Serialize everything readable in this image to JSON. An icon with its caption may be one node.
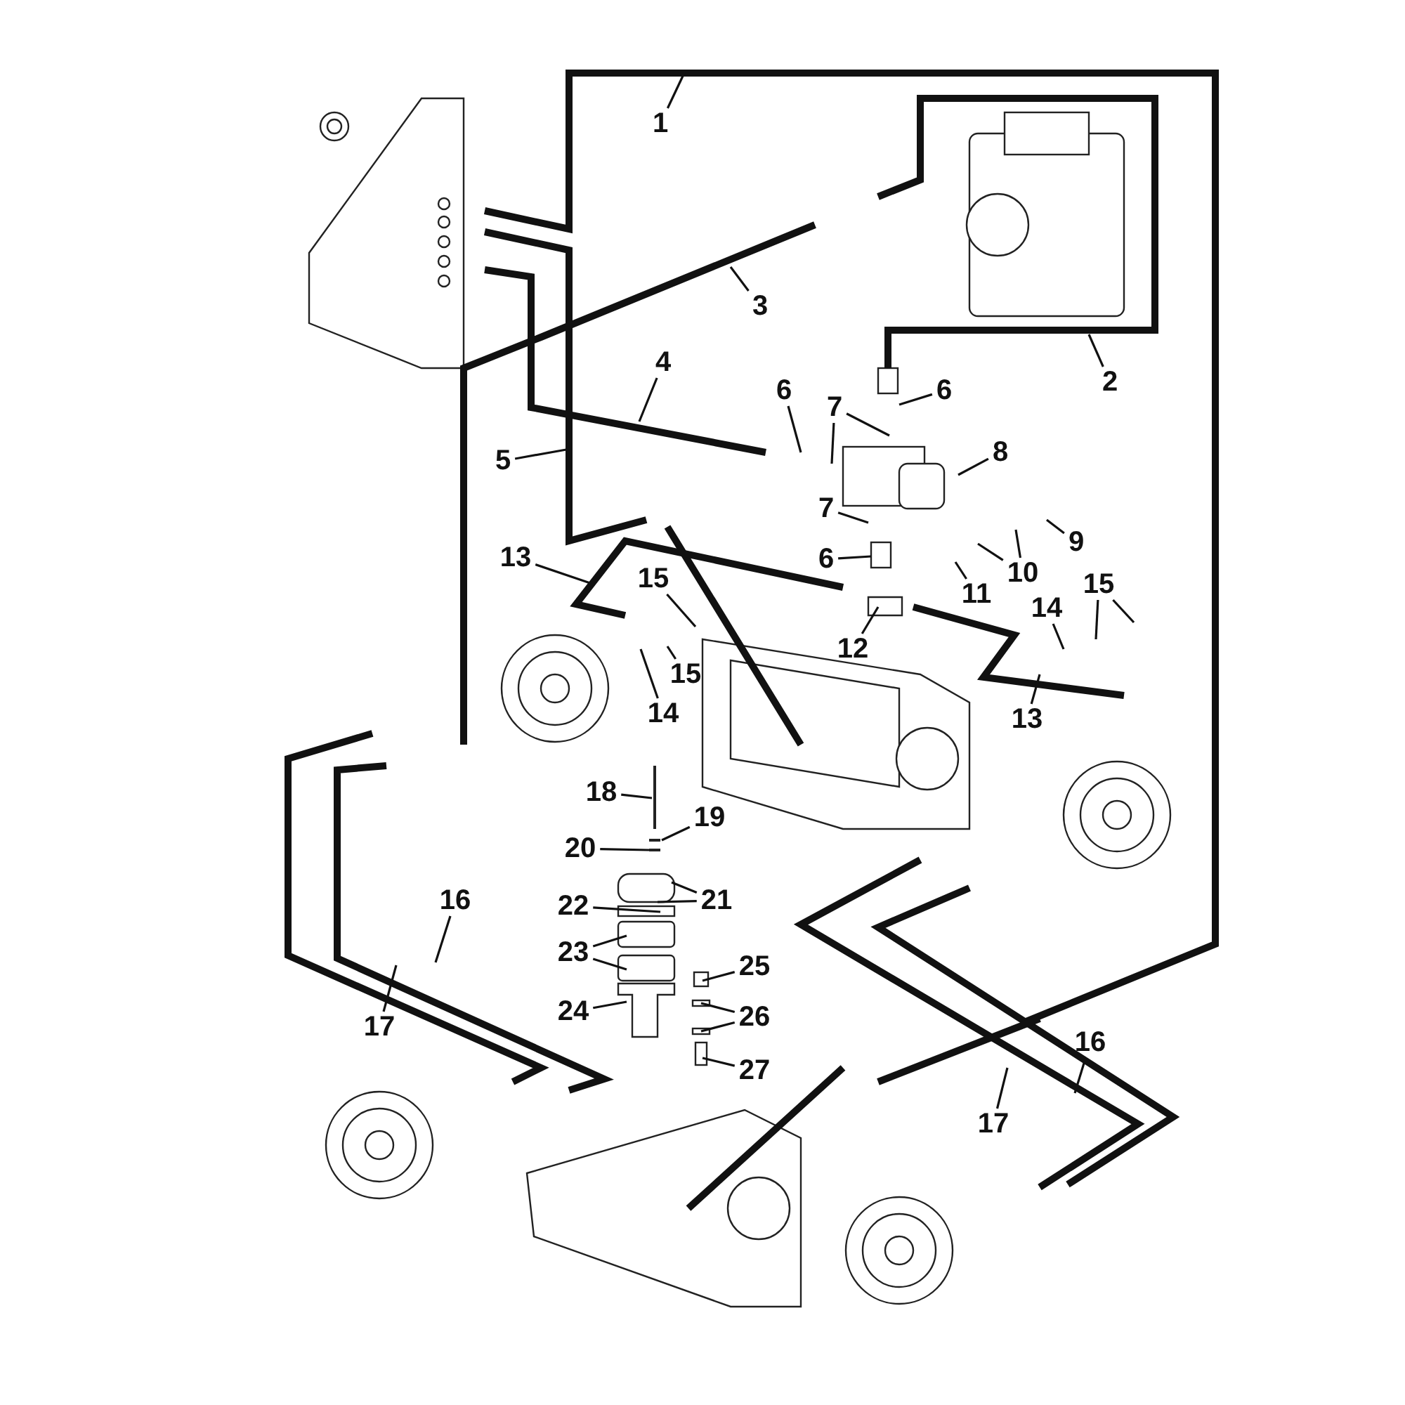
{
  "diagram": {
    "nodes": [
      {
        "text": [
          "1"
        ]
      },
      {
        "text": [
          "2"
        ]
      },
      {
        "text": [
          "3"
        ]
      },
      {
        "text": [
          "4"
        ]
      },
      {
        "text": [
          "5"
        ]
      },
      {
        "text": [
          "6"
        ]
      },
      {
        "text": [
          "6"
        ]
      },
      {
        "text": [
          "7"
        ]
      },
      {
        "text": [
          "8"
        ]
      },
      {
        "text": [
          "9"
        ]
      },
      {
        "text": [
          "10"
        ]
      },
      {
        "text": [
          "11"
        ]
      },
      {
        "text": [
          "12"
        ]
      },
      {
        "text": [
          "13"
        ]
      },
      {
        "text": [
          "15"
        ]
      },
      {
        "text": [
          "15"
        ]
      },
      {
        "text": [
          "14"
        ]
      },
      {
        "text": [
          "7"
        ]
      },
      {
        "text": [
          "6"
        ]
      },
      {
        "text": [
          "13"
        ]
      },
      {
        "text": [
          "14"
        ]
      },
      {
        "text": [
          "15"
        ]
      },
      {
        "text": [
          "18"
        ]
      },
      {
        "text": [
          "19"
        ]
      },
      {
        "text": [
          "20"
        ]
      },
      {
        "text": [
          "21"
        ]
      },
      {
        "text": [
          "22"
        ]
      },
      {
        "text": [
          "23"
        ]
      },
      {
        "text": [
          "24"
        ]
      },
      {
        "text": [
          "25"
        ]
      },
      {
        "text": [
          "26"
        ]
      },
      {
        "text": [
          "27"
        ]
      },
      {
        "text": [
          "16"
        ]
      },
      {
        "text": [
          "17"
        ]
      },
      {
        "text": [
          "16"
        ]
      },
      {
        "text": [
          "17"
        ]
      }
    ],
    "edges": [
      {
        "from": 0,
        "to": null,
        "arrow": "none"
      },
      {
        "from": 1,
        "to": null,
        "arrow": "none"
      },
      {
        "from": 2,
        "to": null,
        "arrow": "none"
      },
      {
        "from": 3,
        "to": null,
        "arrow": "none"
      },
      {
        "from": 4,
        "to": null,
        "arrow": "none"
      },
      {
        "from": 5,
        "to": null,
        "arrow": "none"
      },
      {
        "from": 6,
        "to": null,
        "arrow": "none"
      },
      {
        "from": 7,
        "to": null,
        "arrow": "none"
      },
      {
        "from": 7,
        "to": null,
        "arrow": "none"
      },
      {
        "from": 8,
        "to": null,
        "arrow": "none"
      },
      {
        "from": 9,
        "to": null,
        "arrow": "none"
      },
      {
        "from": 10,
        "to": null,
        "arrow": "none"
      },
      {
        "from": 10,
        "to": null,
        "arrow": "none"
      },
      {
        "from": 11,
        "to": null,
        "arrow": "none"
      },
      {
        "from": 12,
        "to": null,
        "arrow": "none"
      },
      {
        "from": 13,
        "to": null,
        "arrow": "none"
      },
      {
        "from": 14,
        "to": null,
        "arrow": "none"
      },
      {
        "from": 15,
        "to": null,
        "arrow": "none"
      },
      {
        "from": 16,
        "to": null,
        "arrow": "none"
      },
      {
        "from": 17,
        "to": null,
        "arrow": "none"
      },
      {
        "from": 18,
        "to": null,
        "arrow": "none"
      },
      {
        "from": 19,
        "to": null,
        "arrow": "none"
      },
      {
        "from": 20,
        "to": null,
        "arrow": "none"
      },
      {
        "from": 21,
        "to": null,
        "arrow": "none"
      },
      {
        "from": 21,
        "to": null,
        "arrow": "none"
      },
      {
        "from": 22,
        "to": null,
        "arrow": "none"
      },
      {
        "from": 23,
        "to": null,
        "arrow": "none"
      },
      {
        "from": 24,
        "to": null,
        "arrow": "none"
      },
      {
        "from": 25,
        "to": null,
        "arrow": "none"
      },
      {
        "from": 25,
        "to": null,
        "arrow": "none"
      },
      {
        "from": 26,
        "to": null,
        "arrow": "none"
      },
      {
        "from": 27,
        "to": null,
        "arrow": "none"
      },
      {
        "from": 27,
        "to": null,
        "arrow": "none"
      },
      {
        "from": 28,
        "to": null,
        "arrow": "none"
      },
      {
        "from": 29,
        "to": null,
        "arrow": "none"
      },
      {
        "from": 30,
        "to": null,
        "arrow": "none"
      },
      {
        "from": 30,
        "to": null,
        "arrow": "none"
      },
      {
        "from": 31,
        "to": null,
        "arrow": "none"
      },
      {
        "from": 32,
        "to": null,
        "arrow": "none"
      },
      {
        "from": 33,
        "to": null,
        "arrow": "none"
      },
      {
        "from": 34,
        "to": null,
        "arrow": "none"
      },
      {
        "from": 35,
        "to": null,
        "arrow": "none"
      }
    ]
  }
}
